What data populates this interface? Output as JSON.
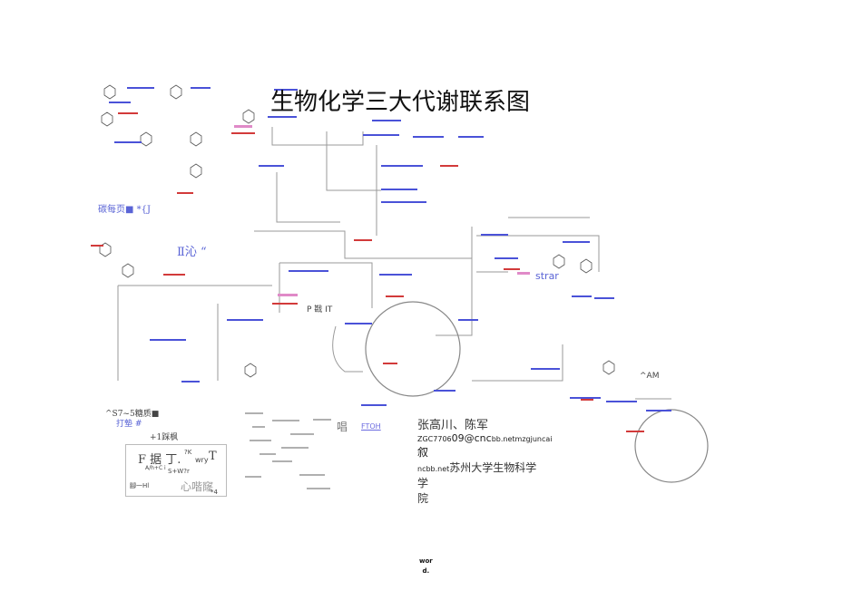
{
  "title": "生物化学三大代谢联系图",
  "labels": {
    "top_left_fragment": "碳每页■ *{J",
    "mid_left_fragment": "Ⅱ沁 “",
    "right_fragment": "strar",
    "right_am": "^AM",
    "center_fragment": "P 戡 IT",
    "left_lower_fragment": "^S7~5糖质■",
    "left_lower_sub": "打墊 #",
    "left_lower_sub2": "+1踩枫",
    "legend_main": "F 据 丁.",
    "legend_sup": "?K",
    "legend_wry": "wry",
    "legend_t": "T",
    "legend_small1": "A/h+C i",
    "legend_small2": "S+W?r",
    "legend_small3": "腳一Hl",
    "legend_mind": "心喈窿",
    "legend_star4": "*4",
    "chang_label": "唱",
    "ftoh": "FTOH"
  },
  "credits": {
    "authors": "张高川、陈军",
    "email_line1_prefix": "ZGC7706",
    "email_line1_big": "09@cnc",
    "email_line1_suffix": "bb.netmzgjuncai",
    "email_line1_end": "叙",
    "email_line2_prefix": "ncbb.net",
    "affiliation1": "苏州大学生物科学学",
    "affiliation2": "院"
  },
  "footer": {
    "line1": "wor",
    "line2": "d."
  },
  "colors": {
    "pathway_line": "#9a9a9a",
    "blue_enzyme": "#4a52d8",
    "red_enzyme": "#d23a3a",
    "pink_enzyme": "#e08ac8",
    "text_dark": "#333333"
  }
}
